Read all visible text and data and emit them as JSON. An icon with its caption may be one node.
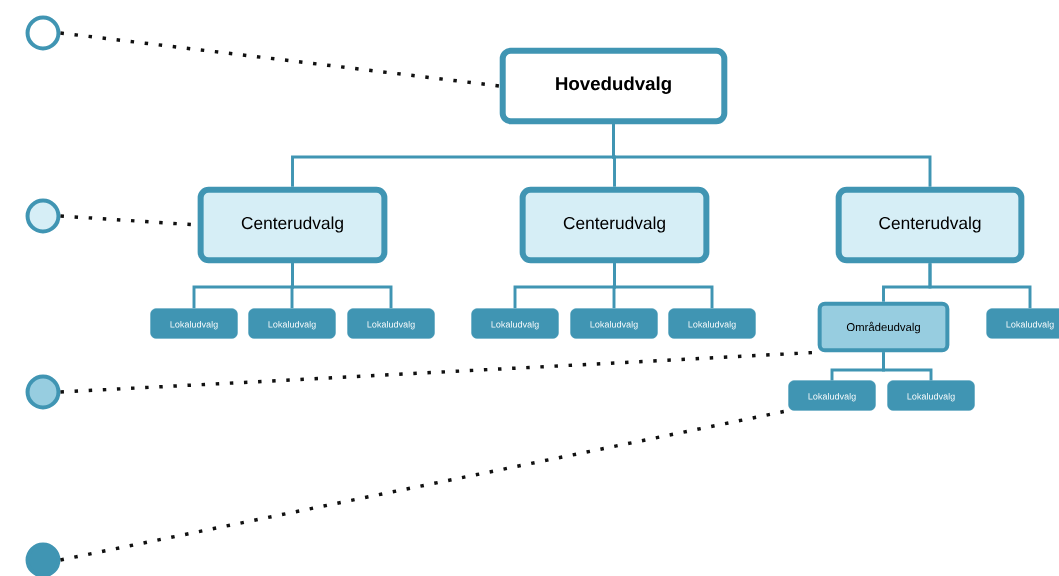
{
  "diagram": {
    "nodes": [
      {
        "text": [
          "Hovedudvalg"
        ]
      },
      {
        "text": [
          "Centerudvalg"
        ]
      },
      {
        "text": [
          "Centerudvalg"
        ]
      },
      {
        "text": [
          "Centerudvalg"
        ]
      },
      {
        "text": [
          "Lokaludvalg"
        ]
      },
      {
        "text": [
          "Lokaludvalg"
        ]
      },
      {
        "text": [
          "Lokaludvalg"
        ]
      },
      {
        "text": [
          "Lokaludvalg"
        ]
      },
      {
        "text": [
          "Lokaludvalg"
        ]
      },
      {
        "text": [
          "Lokaludvalg"
        ]
      },
      {
        "text": [
          "Områdeudvalg"
        ]
      },
      {
        "text": [
          "Lokaludvalg"
        ]
      },
      {
        "text": [
          "Lokaludvalg"
        ]
      },
      {
        "text": [
          "Lokaludvalg"
        ]
      },
      {
        "text": [],
        "shape": "circle"
      },
      {
        "text": [],
        "shape": "circle"
      },
      {
        "text": [],
        "shape": "circle"
      },
      {
        "text": [],
        "shape": "circle"
      }
    ],
    "edges": [
      {
        "from": 0,
        "to": 1,
        "arrow": "none"
      },
      {
        "from": 0,
        "to": 2,
        "arrow": "none"
      },
      {
        "from": 0,
        "to": 3,
        "arrow": "none"
      },
      {
        "from": 1,
        "to": 4,
        "arrow": "none"
      },
      {
        "from": 1,
        "to": 5,
        "arrow": "none"
      },
      {
        "from": 1,
        "to": 6,
        "arrow": "none"
      },
      {
        "from": 2,
        "to": 7,
        "arrow": "none"
      },
      {
        "from": 2,
        "to": 8,
        "arrow": "none"
      },
      {
        "from": 2,
        "to": 9,
        "arrow": "none"
      },
      {
        "from": 3,
        "to": 10,
        "arrow": "none"
      },
      {
        "from": 3,
        "to": 11,
        "arrow": "none"
      },
      {
        "from": 10,
        "to": 12,
        "arrow": "none"
      },
      {
        "from": 10,
        "to": 13,
        "arrow": "none"
      },
      {
        "from": 14,
        "to": 0,
        "arrow": "none",
        "style": "dashed",
        "color": "#111111"
      },
      {
        "from": 15,
        "to": 1,
        "arrow": "none",
        "style": "dashed",
        "color": "#111111"
      },
      {
        "from": 16,
        "to": 10,
        "arrow": "none",
        "style": "dashed",
        "color": "#111111"
      },
      {
        "from": 17,
        "to": 12,
        "arrow": "none",
        "style": "dashed",
        "color": "#111111"
      }
    ]
  }
}
